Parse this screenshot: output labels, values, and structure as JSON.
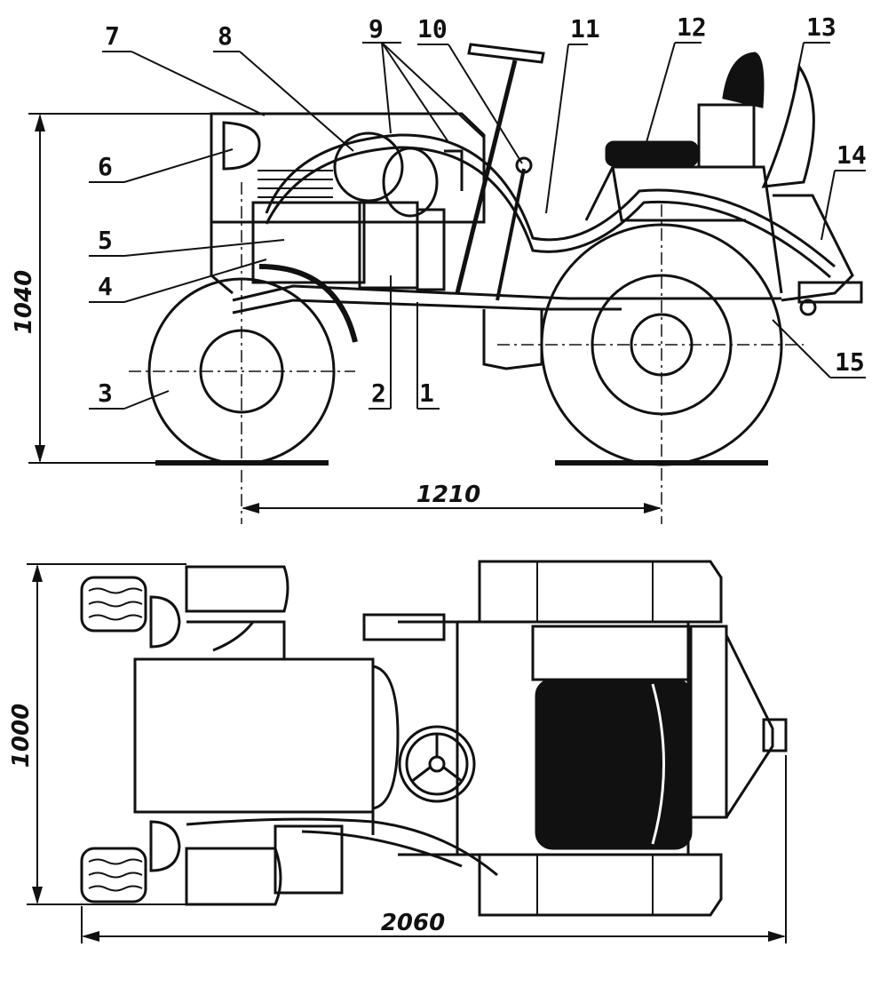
{
  "callouts": [
    "1",
    "2",
    "3",
    "4",
    "5",
    "6",
    "7",
    "8",
    "9",
    "10",
    "11",
    "12",
    "13",
    "14",
    "15"
  ],
  "dimensions": {
    "height": "1040",
    "wheelbase": "1210",
    "width": "1000",
    "length": "2060"
  },
  "colors": {
    "ink": "#111111",
    "paper": "#ffffff"
  }
}
